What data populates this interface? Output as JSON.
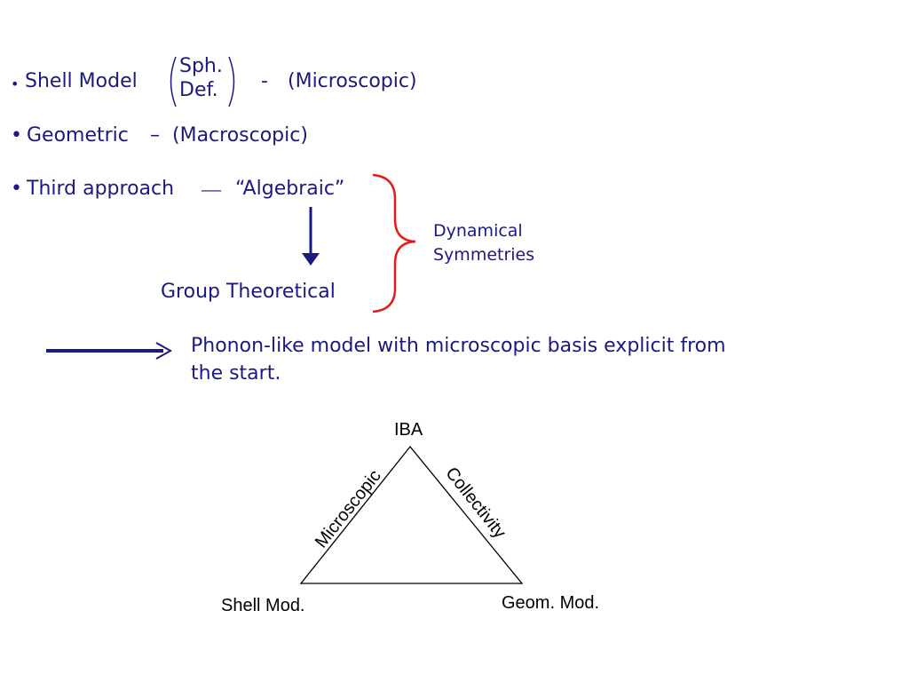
{
  "slide": {
    "bullet_glyph": "•",
    "line1": {
      "label": "Shell Model",
      "matrix_top": "Sph.",
      "matrix_bottom": "Def.",
      "dash": "-",
      "note": "(Microscopic)"
    },
    "line2": {
      "label": "Geometric",
      "dash": "–",
      "note": "(Macroscopic)"
    },
    "line3": {
      "label": "Third approach",
      "dash": "—",
      "note": "“Algebraic”"
    },
    "group_theoretical": "Group Theoretical",
    "dynamical": [
      "Dynamical",
      "Symmetries"
    ],
    "phonon_text": [
      "Phonon-like model with microscopic basis explicit from",
      "the start."
    ],
    "triangle": {
      "top": "IBA",
      "bottom_left": "Shell Mod.",
      "bottom_right": "Geom. Mod.",
      "left_side": "Microscopic",
      "right_side": "Collectivity"
    },
    "colors": {
      "text": "#1a1a80",
      "brace": "#e21c1c",
      "triangle": "#000000"
    }
  }
}
